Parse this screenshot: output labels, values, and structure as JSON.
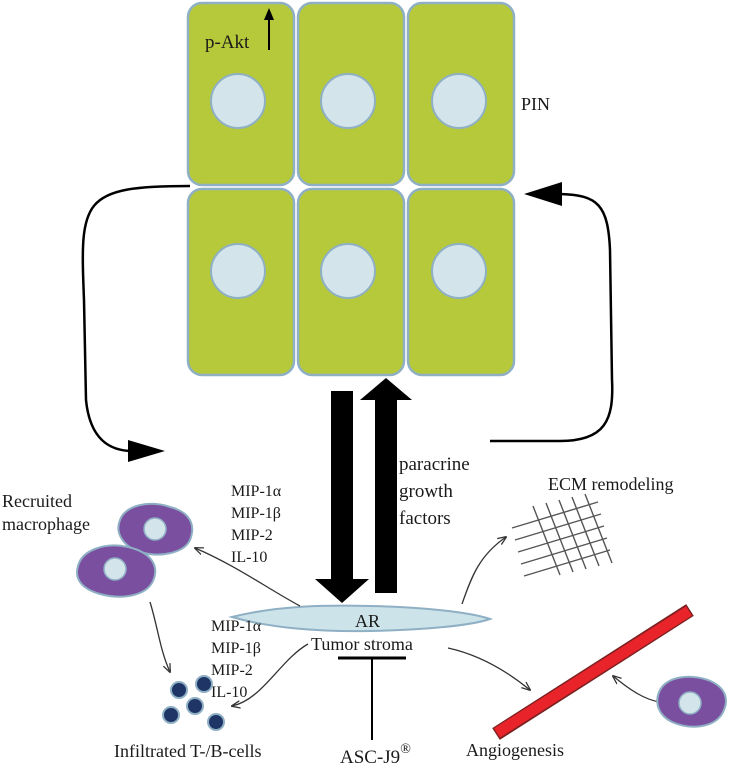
{
  "labels": {
    "p_akt": "p-Akt",
    "pin": "PIN",
    "paracrine": [
      "paracrine",
      "growth",
      "factors"
    ],
    "ecm": "ECM remodeling",
    "recruited": [
      "Recruited",
      "macrophage"
    ],
    "mip_top": [
      "MIP-1α",
      "MIP-1β",
      "MIP-2",
      "IL-10"
    ],
    "mip_bottom": [
      "MIP-1α",
      "MIP-1β",
      "MIP-2",
      "IL-10"
    ],
    "ar": "AR",
    "stroma": "Tumor stroma",
    "tcells": "Infiltrated T-/B-cells",
    "asc": "ASC-J9",
    "asc_mark": "®",
    "angio": "Angiogenesis"
  },
  "colors": {
    "cell_fill": "#b5c93a",
    "cell_border": "#8fb0c4",
    "nucleus": "#d3e4ea",
    "macrophage": "#7b4fa0",
    "vessel": "#e8232a",
    "tcell": "#1f3566",
    "stroma": "#cde3ea"
  }
}
